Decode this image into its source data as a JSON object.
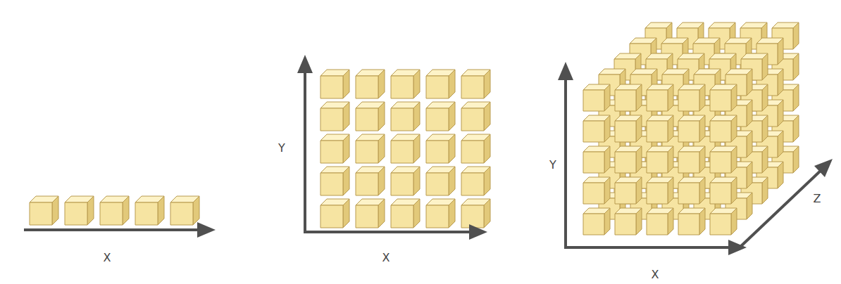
{
  "diagram": {
    "labels": [
      "X",
      "Y",
      "X",
      "Y",
      "Z",
      "X"
    ]
  }
}
